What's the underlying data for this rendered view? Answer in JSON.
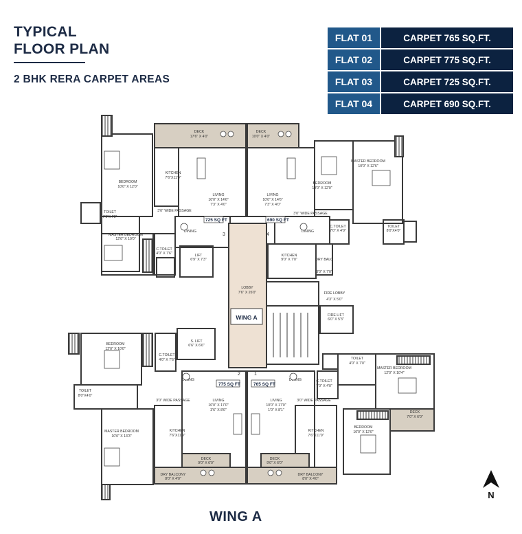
{
  "header": {
    "title_line1": "TYPICAL",
    "title_line2": "FLOOR PLAN",
    "subtitle": "2 BHK RERA CARPET AREAS"
  },
  "flats": [
    {
      "flat": "FLAT 01",
      "carpet": "CARPET 765 SQ.FT."
    },
    {
      "flat": "FLAT 02",
      "carpet": "CARPET 775 SQ.FT."
    },
    {
      "flat": "FLAT 03",
      "carpet": "CARPET 725 SQ.FT."
    },
    {
      "flat": "FLAT 04",
      "carpet": "CARPET 690 SQ.FT."
    }
  ],
  "rooms": {
    "deck_tl": {
      "name": "DECK",
      "dim": "17'6\" X 4'0\""
    },
    "deck_tr": {
      "name": "DECK",
      "dim": "10'0\" X 4'0\""
    },
    "kitchen_f3": {
      "name": "KITCHEN",
      "dim": "7'6\"X11'9\""
    },
    "bedroom_f3": {
      "name": "BEDROOM",
      "dim": "10'0\" X 12'0\""
    },
    "living_f3": {
      "name": "LIVING",
      "dim": "10'0\" X 14'6\"",
      "dim2": "7'3\" X 4'0\""
    },
    "living_f4": {
      "name": "LIVING",
      "dim": "10'0\" X 14'6\"",
      "dim2": "7'3\" X 4'0\""
    },
    "bedroom_f4": {
      "name": "BEDROOM",
      "dim": "10'0\" X 12'0\""
    },
    "master_f4": {
      "name": "MASTER BEDROOM",
      "dim": "10'0\" X 12'6\""
    },
    "passage_f3": "3'0\" WIDE PASSAGE",
    "passage_f4": "3'0\" WIDE PASSAGE",
    "toilet_f3": {
      "name": "TOILET",
      "dim": "7'0\"X4'0\""
    },
    "master_f3": {
      "name": "MASTER BEDROOM",
      "dim": "12'0\" X 10'0\""
    },
    "ctoilet_f3": {
      "name": "C.TOILET",
      "dim": "4'0\" X 7'6\""
    },
    "ctoilet_f4": {
      "name": "C.TOILET",
      "dim": "7'0\" X 4'0\""
    },
    "toilet_f4": {
      "name": "TOILET",
      "dim": "8'0\"X4'0\""
    },
    "dining_f3": "DINING",
    "dining_f4": "DINING",
    "kitchen_f4": {
      "name": "KITCHEN",
      "dim": "9'0\" X 7'0\""
    },
    "dry_balc_f4": {
      "name": "DRY BALC",
      "dim": "3'0\" X 7'0\""
    },
    "lift": {
      "name": "LIFT",
      "dim": "6'9\" X 7'3\""
    },
    "lobby": {
      "name": "LOBBY",
      "dim": "7'6\" X 26'0\""
    },
    "wing_label": "WING A",
    "fire_lobby": {
      "name": "FIRE LOBBY",
      "dim": "4'3\" X 5'0\""
    },
    "fire_lift": {
      "name": "FIRE LIFT",
      "dim": "6'0\" X 5'3\""
    },
    "s_lift": {
      "name": "S. LIFT",
      "dim": "6'6\" X 6'6\""
    },
    "bedroom_f2": {
      "name": "BEDROOM",
      "dim": "12'0\" X 10'0\""
    },
    "ctoilet_f2": {
      "name": "C.TOILET",
      "dim": "4'0\" X 7'6\""
    },
    "toilet_f2": {
      "name": "TOILET",
      "dim": "8'0\"X4'0\""
    },
    "dining_f2": "DINING",
    "dining_f1": "DINING",
    "ctoilet_f1": {
      "name": "C.TOILET",
      "dim": "7'0\" X 4'0\""
    },
    "toilet_f1": {
      "name": "TOILET",
      "dim": "4'0\" X 7'0\""
    },
    "master_f1": {
      "name": "MASTER BEDROOM",
      "dim": "12'0\" X 10'4\""
    },
    "passage_f2": "3'0\" WIDE PASSAGE",
    "passage_f1": "3'0\" WIDE PASSAGE",
    "living_f2": {
      "name": "LIVING",
      "dim": "10'0\" X 17'0\"",
      "dim2": "3'6\" X 8'0\""
    },
    "living_f1": {
      "name": "LIVING",
      "dim": "10'0\" X 17'0\"",
      "dim2": "1'0\" X 8'1\""
    },
    "master_f2": {
      "name": "MASTER BEDROOM",
      "dim": "10'0\" X 13'3\""
    },
    "kitchen_f2": {
      "name": "KITCHEN",
      "dim": "7'6\"X11'9\""
    },
    "kitchen_f1": {
      "name": "KITCHEN",
      "dim": "7'6\"X11'9\""
    },
    "bedroom_f1": {
      "name": "BEDROOM",
      "dim": "10'0\" X 12'0\""
    },
    "deck_f1_side": {
      "name": "DECK",
      "dim": "7'0\" X 6'0\""
    },
    "deck_bl": {
      "name": "DECK",
      "dim": "9'0\" X 6'0\""
    },
    "deck_br": {
      "name": "DECK",
      "dim": "9'0\" X 6'0\""
    },
    "dry_balc_bl": {
      "name": "DRY BALCONY",
      "dim": "8'0\" X 4'0\""
    },
    "dry_balc_br": {
      "name": "DRY BALCONY",
      "dim": "8'0\" X 4'0\""
    }
  },
  "area_tags": {
    "flat3": "725 SQ FT",
    "flat4": "690 SQ FT",
    "flat2": "775 SQ FT",
    "flat1": "765 SQ FT"
  },
  "door_numbers": {
    "n3": "3",
    "n4": "4",
    "n2": "2",
    "n1": "1"
  },
  "compass": "N",
  "wing_caption": "WING A",
  "colors": {
    "navy": "#0c2240",
    "blue": "#21588a",
    "deck": "#d7cfc2",
    "lobby": "#eee1d3",
    "wall": "#3a3a3a"
  }
}
